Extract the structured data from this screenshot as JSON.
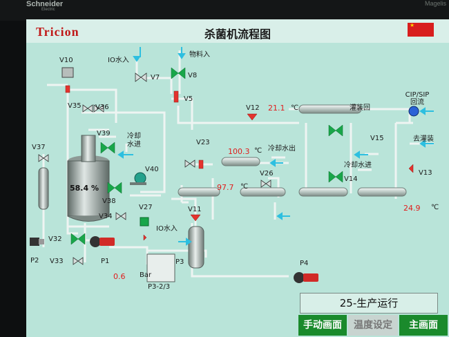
{
  "bezel": {
    "brand": "Schneider",
    "brand_sub": "Electric",
    "brand_right": "Magelis"
  },
  "header": {
    "logo": "Tricion",
    "title": "杀菌机流程图"
  },
  "labels": {
    "v10": "V10",
    "v7": "V7",
    "v8": "V8",
    "v5": "V5",
    "v12": "V12",
    "v35": "V35",
    "v36": "V36",
    "v39": "V39",
    "v37": "V37",
    "v40": "V40",
    "v23": "V23",
    "v38": "V38",
    "v34": "V34",
    "v27": "V27",
    "v11": "V11",
    "v26": "V26",
    "v32": "V32",
    "v33": "V33",
    "v15": "V15",
    "v14": "V14",
    "v13": "V13",
    "p1": "P1",
    "p2": "P2",
    "p3": "P3",
    "p4": "P4",
    "p3_23": "P3-2/3",
    "bar": "Bar",
    "io_water_in_1": "IO水入",
    "io_water_in_2": "IO水入",
    "material_in": "物料入",
    "cooling_water_in": "冷却水进",
    "cooling_water_out": "冷却水出",
    "cooling_water_in_2": "冷却水进",
    "filling_return": "灌装回",
    "cip_sip_return": "CIP/SIP 回流",
    "to_filling": "去灌装"
  },
  "readings": {
    "temp_v12": "21.1",
    "unit_v12": "℃",
    "temp_heater": "100.3",
    "unit_heater": "℃",
    "temp_holding": "97.7",
    "unit_holding": "℃",
    "temp_v13": "24.9",
    "unit_v13": "℃",
    "tank_level": "58.4 %",
    "pressure_p1": "0.6"
  },
  "status": {
    "text": "25-生产运行"
  },
  "buttons": {
    "manual": "手动画面",
    "temp_settings": "温度设定",
    "main": "主画面"
  },
  "colors": {
    "screen_bg": "#b9e4d9",
    "pipe": "#eef4f2",
    "valve_open": "#19a64a",
    "valve_red": "#e4332e",
    "value_red": "#e11b1b",
    "button_green": "#1a8a2c"
  }
}
